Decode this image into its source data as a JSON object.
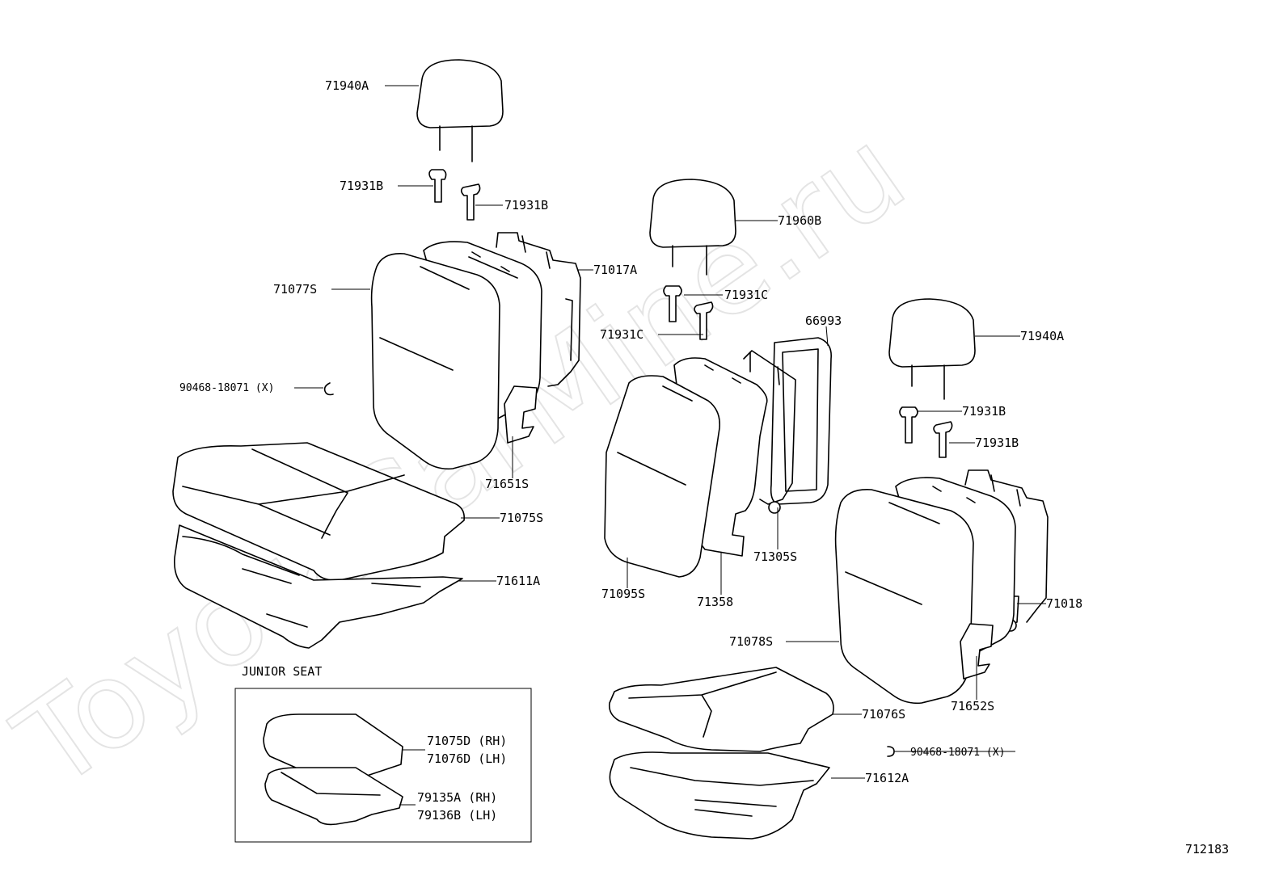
{
  "diagram": {
    "watermark": "ToyotaCarMine.ru",
    "section_title": "JUNIOR SEAT",
    "figure_number": "712183",
    "labels": {
      "p71940A_left": "71940A",
      "p71931B_l1": "71931B",
      "p71931B_l2": "71931B",
      "p71017A": "71017A",
      "p71077S": "71077S",
      "p90468_left": "90468-18071 (X)",
      "p71651S": "71651S",
      "p71075S": "71075S",
      "p71611A": "71611A",
      "p71960B": "71960B",
      "p71931C_1": "71931C",
      "p71931C_2": "71931C",
      "p66993": "66993",
      "p71305S": "71305S",
      "p71095S": "71095S",
      "p71358": "71358",
      "p71940A_right": "71940A",
      "p71931B_r1": "71931B",
      "p71931B_r2": "71931B",
      "p71018": "71018",
      "p71078S": "71078S",
      "p71652S": "71652S",
      "p71076S": "71076S",
      "p90468_right": "90468-18071 (X)",
      "p71612A": "71612A",
      "p71075D": "71075D (RH)",
      "p71076D": "71076D (LH)",
      "p79135A": "79135A (RH)",
      "p79136B": "79136B (LH)"
    }
  }
}
